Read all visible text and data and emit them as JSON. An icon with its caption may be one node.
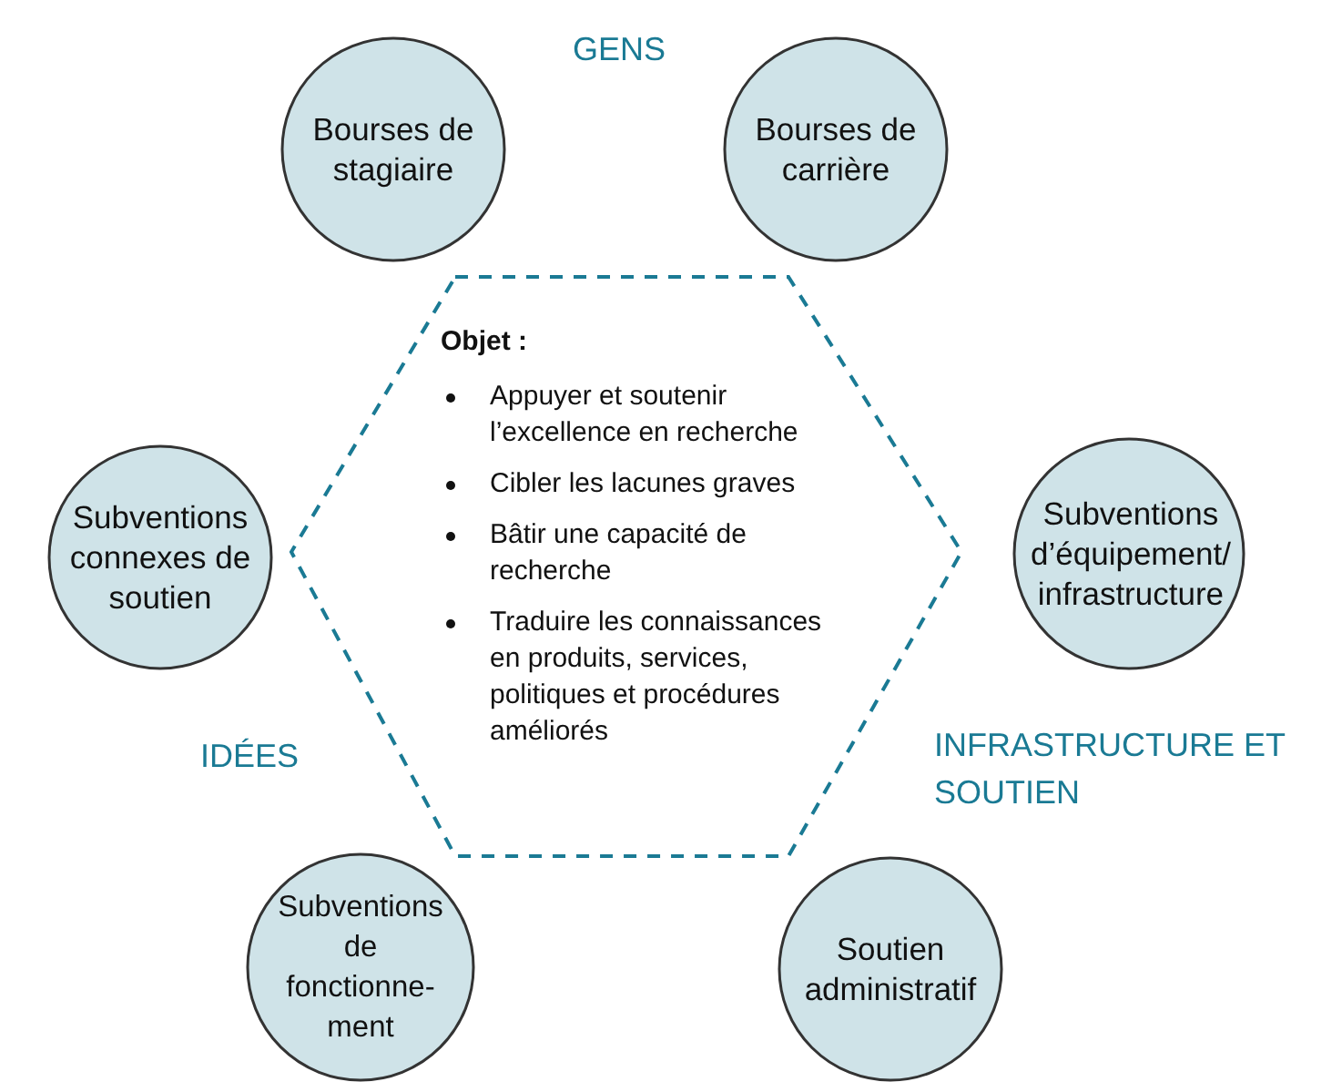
{
  "diagram": {
    "nodes": [
      {
        "text": [
          "Bourses de stagiaire"
        ]
      },
      {
        "text": [
          "Bourses de carrière"
        ]
      },
      {
        "text": [
          "Objet :",
          "Appuyer et soutenir l’excellence en recherche",
          "Cibler les lacunes graves",
          "Bâtir une capacité de recherche",
          "Traduire les connaissances en produits, services, politiques et procédures améliorés"
        ]
      },
      {
        "text": [
          "Subventions connexes de soutien"
        ]
      },
      {
        "text": [
          "Subventions d’équipement/ infrastructure"
        ]
      },
      {
        "text": [
          "Subventions de fonctionne- ment"
        ]
      },
      {
        "text": [
          "Soutien administratif"
        ]
      }
    ],
    "labels": [
      "GENS",
      "IDÉES",
      "INFRASTRUCTURE ET SOUTIEN"
    ]
  }
}
